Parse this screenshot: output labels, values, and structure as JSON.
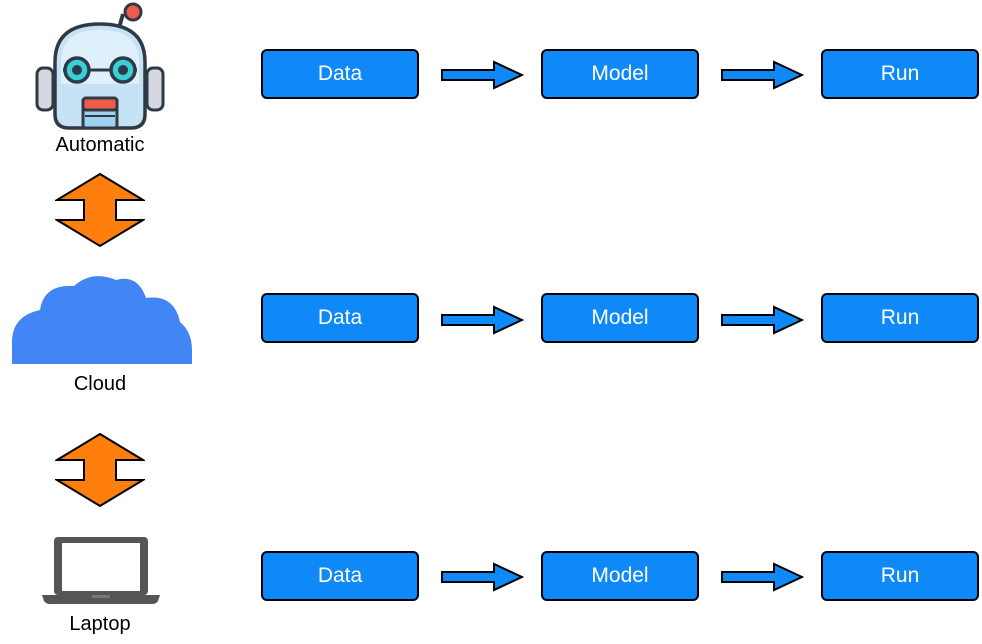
{
  "colors": {
    "box_fill": "#0e89f7",
    "arrow_blue": "#0e89f7",
    "arrow_orange": "#ff7f0e",
    "cloud": "#4285f4",
    "laptop": "#555555"
  },
  "rows": [
    {
      "source_label": "Automatic",
      "source_icon": "robot-icon",
      "steps": [
        "Data",
        "Model",
        "Run"
      ]
    },
    {
      "source_label": "Cloud",
      "source_icon": "cloud-icon",
      "steps": [
        "Data",
        "Model",
        "Run"
      ]
    },
    {
      "source_label": "Laptop",
      "source_icon": "laptop-icon",
      "steps": [
        "Data",
        "Model",
        "Run"
      ]
    }
  ]
}
